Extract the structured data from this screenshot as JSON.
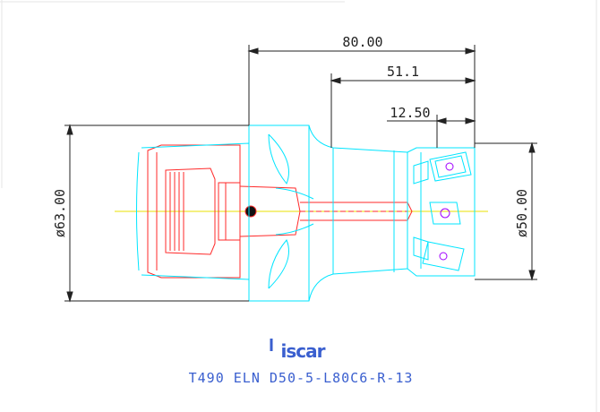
{
  "dimensions": {
    "overall_length": "80.00",
    "length_2": "51.1",
    "length_3": "12.50",
    "shank_diameter": "ø63.00",
    "cutter_diameter": "ø50.00"
  },
  "brand": {
    "logo_text": "iscar"
  },
  "title": {
    "part_number": "T490 ELN D50-5-L80C6-R-13"
  },
  "colors": {
    "body": "#00e5ff",
    "shank": "#ff2a2a",
    "centerline": "#e8e000",
    "dimension": "#222222",
    "text_blue": "#3a5fcf",
    "insert": "#a000ff"
  }
}
